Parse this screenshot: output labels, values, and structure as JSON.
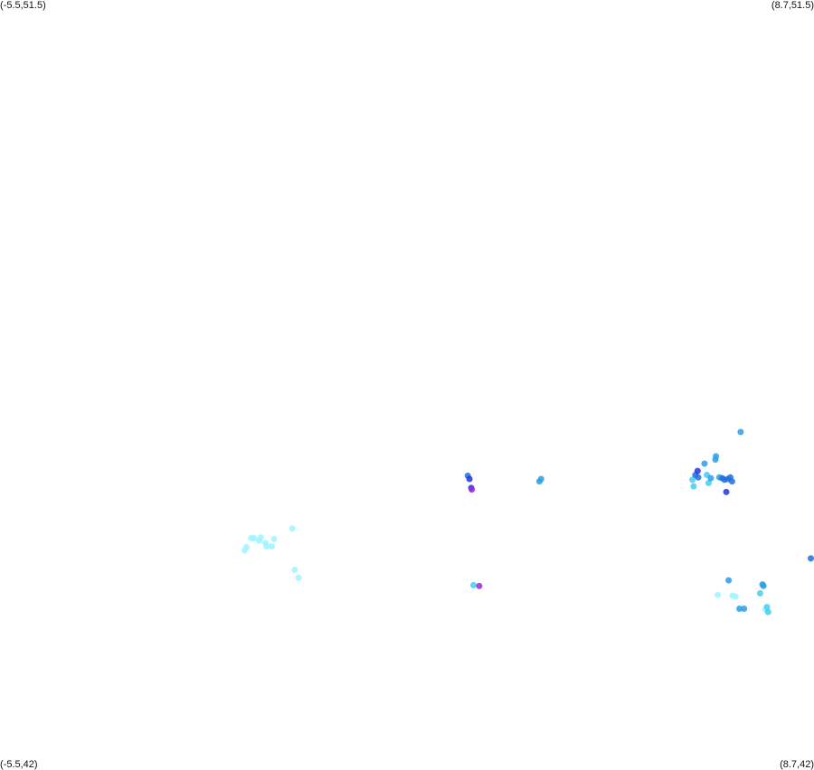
{
  "corners": {
    "top_left": "(-5.5,51.5)",
    "top_right": "(8.7,51.5)",
    "bottom_left": "(-5.5,42)",
    "bottom_right": "(8.7,42)"
  },
  "bounds": {
    "lon_min": -5.5,
    "lon_max": 8.7,
    "lat_min": 42,
    "lat_max": 51.5
  },
  "colors": {
    "light_cyan": "#9ff5ff",
    "cyan": "#45cdf0",
    "sky_blue": "#2a9ee8",
    "blue": "#1f6fe0",
    "dark_blue": "#2236d8",
    "magenta": "#9a2ad6"
  },
  "points": [
    {
      "lon": -1.23,
      "lat": 44.71,
      "color": "light_cyan"
    },
    {
      "lon": -1.2,
      "lat": 44.75,
      "color": "light_cyan"
    },
    {
      "lon": -1.12,
      "lat": 44.86,
      "color": "light_cyan"
    },
    {
      "lon": -1.07,
      "lat": 44.86,
      "color": "light_cyan"
    },
    {
      "lon": -0.98,
      "lat": 44.83,
      "color": "light_cyan"
    },
    {
      "lon": -0.95,
      "lat": 44.87,
      "color": "light_cyan"
    },
    {
      "lon": -0.87,
      "lat": 44.8,
      "color": "light_cyan"
    },
    {
      "lon": -0.85,
      "lat": 44.76,
      "color": "light_cyan"
    },
    {
      "lon": -0.76,
      "lat": 44.76,
      "color": "light_cyan"
    },
    {
      "lon": -0.72,
      "lat": 44.85,
      "color": "light_cyan"
    },
    {
      "lon": -0.4,
      "lat": 44.98,
      "color": "light_cyan"
    },
    {
      "lon": -0.36,
      "lat": 44.47,
      "color": "light_cyan"
    },
    {
      "lon": -0.29,
      "lat": 44.37,
      "color": "light_cyan"
    },
    {
      "lon": 2.66,
      "lat": 45.63,
      "color": "blue"
    },
    {
      "lon": 2.69,
      "lat": 45.59,
      "color": "dark_blue"
    },
    {
      "lon": 2.72,
      "lat": 45.48,
      "color": "dark_blue"
    },
    {
      "lon": 2.73,
      "lat": 45.46,
      "color": "magenta"
    },
    {
      "lon": 2.76,
      "lat": 44.28,
      "color": "cyan"
    },
    {
      "lon": 2.86,
      "lat": 44.27,
      "color": "magenta"
    },
    {
      "lon": 3.91,
      "lat": 45.56,
      "color": "sky_blue"
    },
    {
      "lon": 3.94,
      "lat": 45.59,
      "color": "sky_blue"
    },
    {
      "lon": 6.58,
      "lat": 45.58,
      "color": "cyan"
    },
    {
      "lon": 6.6,
      "lat": 45.5,
      "color": "cyan"
    },
    {
      "lon": 6.63,
      "lat": 45.64,
      "color": "blue"
    },
    {
      "lon": 6.67,
      "lat": 45.69,
      "color": "dark_blue"
    },
    {
      "lon": 6.68,
      "lat": 45.61,
      "color": "blue"
    },
    {
      "lon": 6.79,
      "lat": 45.78,
      "color": "sky_blue"
    },
    {
      "lon": 6.83,
      "lat": 45.64,
      "color": "cyan"
    },
    {
      "lon": 6.86,
      "lat": 45.54,
      "color": "cyan"
    },
    {
      "lon": 6.9,
      "lat": 45.6,
      "color": "sky_blue"
    },
    {
      "lon": 6.98,
      "lat": 45.83,
      "color": "sky_blue"
    },
    {
      "lon": 6.99,
      "lat": 45.87,
      "color": "sky_blue"
    },
    {
      "lon": 7.05,
      "lat": 45.61,
      "color": "sky_blue"
    },
    {
      "lon": 7.1,
      "lat": 45.6,
      "color": "blue"
    },
    {
      "lon": 7.14,
      "lat": 45.58,
      "color": "blue"
    },
    {
      "lon": 7.17,
      "lat": 45.43,
      "color": "dark_blue"
    },
    {
      "lon": 7.2,
      "lat": 45.59,
      "color": "blue"
    },
    {
      "lon": 7.24,
      "lat": 45.61,
      "color": "blue"
    },
    {
      "lon": 7.27,
      "lat": 45.56,
      "color": "blue"
    },
    {
      "lon": 7.42,
      "lat": 46.17,
      "color": "sky_blue"
    },
    {
      "lon": 7.02,
      "lat": 44.16,
      "color": "light_cyan"
    },
    {
      "lon": 7.21,
      "lat": 44.34,
      "color": "sky_blue"
    },
    {
      "lon": 7.28,
      "lat": 44.15,
      "color": "light_cyan"
    },
    {
      "lon": 7.33,
      "lat": 44.14,
      "color": "light_cyan"
    },
    {
      "lon": 7.4,
      "lat": 43.99,
      "color": "sky_blue"
    },
    {
      "lon": 7.48,
      "lat": 43.99,
      "color": "sky_blue"
    },
    {
      "lon": 7.76,
      "lat": 44.18,
      "color": "cyan"
    },
    {
      "lon": 7.8,
      "lat": 44.29,
      "color": "sky_blue"
    },
    {
      "lon": 7.82,
      "lat": 44.27,
      "color": "sky_blue"
    },
    {
      "lon": 7.85,
      "lat": 43.98,
      "color": "light_cyan"
    },
    {
      "lon": 7.88,
      "lat": 44.01,
      "color": "cyan"
    },
    {
      "lon": 7.9,
      "lat": 43.95,
      "color": "cyan"
    },
    {
      "lon": 8.69,
      "lat": 44.61,
      "color": "blue"
    }
  ]
}
